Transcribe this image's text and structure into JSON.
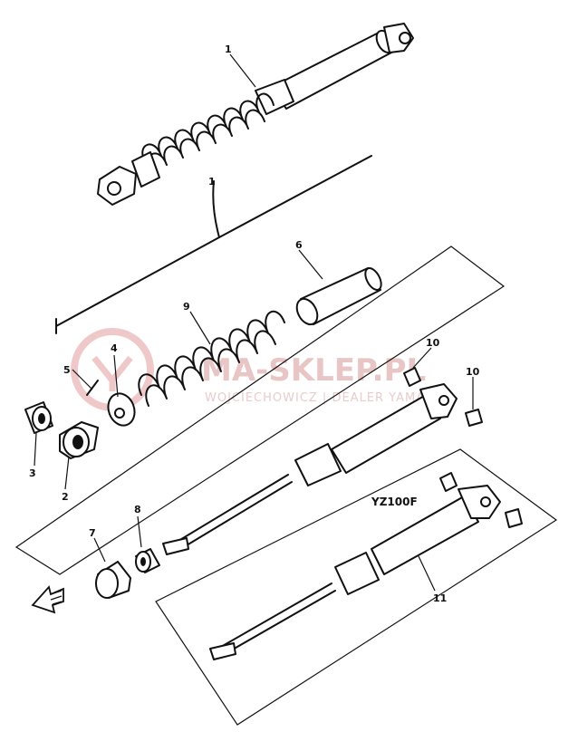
{
  "watermark": {
    "text": "MA-SKLEP.PL",
    "subtext": "WOJCIECHOWICZ | DEALER YAMAHA"
  },
  "model_label": "YZ100F",
  "callouts": {
    "c1": "1",
    "c1b": "1",
    "c2": "2",
    "c3": "3",
    "c4": "4",
    "c5": "5",
    "c6": "6",
    "c7": "7",
    "c8": "8",
    "c9": "9",
    "c10a": "10",
    "c10b": "10",
    "c11": "11"
  },
  "colors": {
    "ink": "#111111",
    "watermark": "#e9c6c6"
  }
}
